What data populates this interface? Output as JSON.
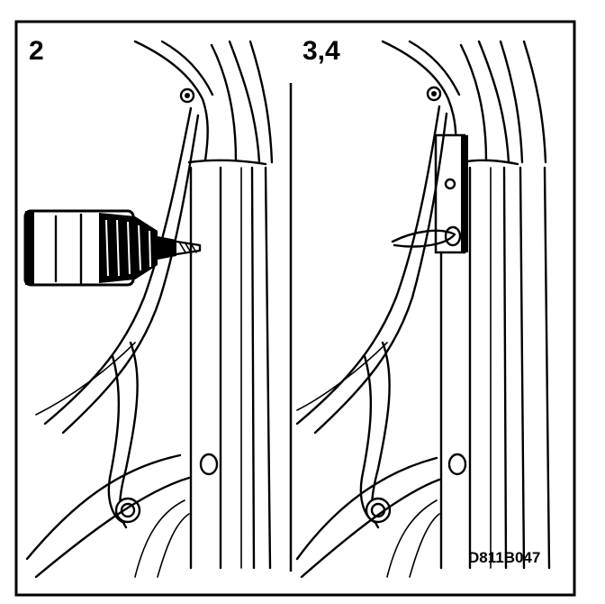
{
  "panels": [
    {
      "step_label": "2"
    },
    {
      "step_label": "3,4"
    }
  ],
  "figure_code": "D811B047"
}
